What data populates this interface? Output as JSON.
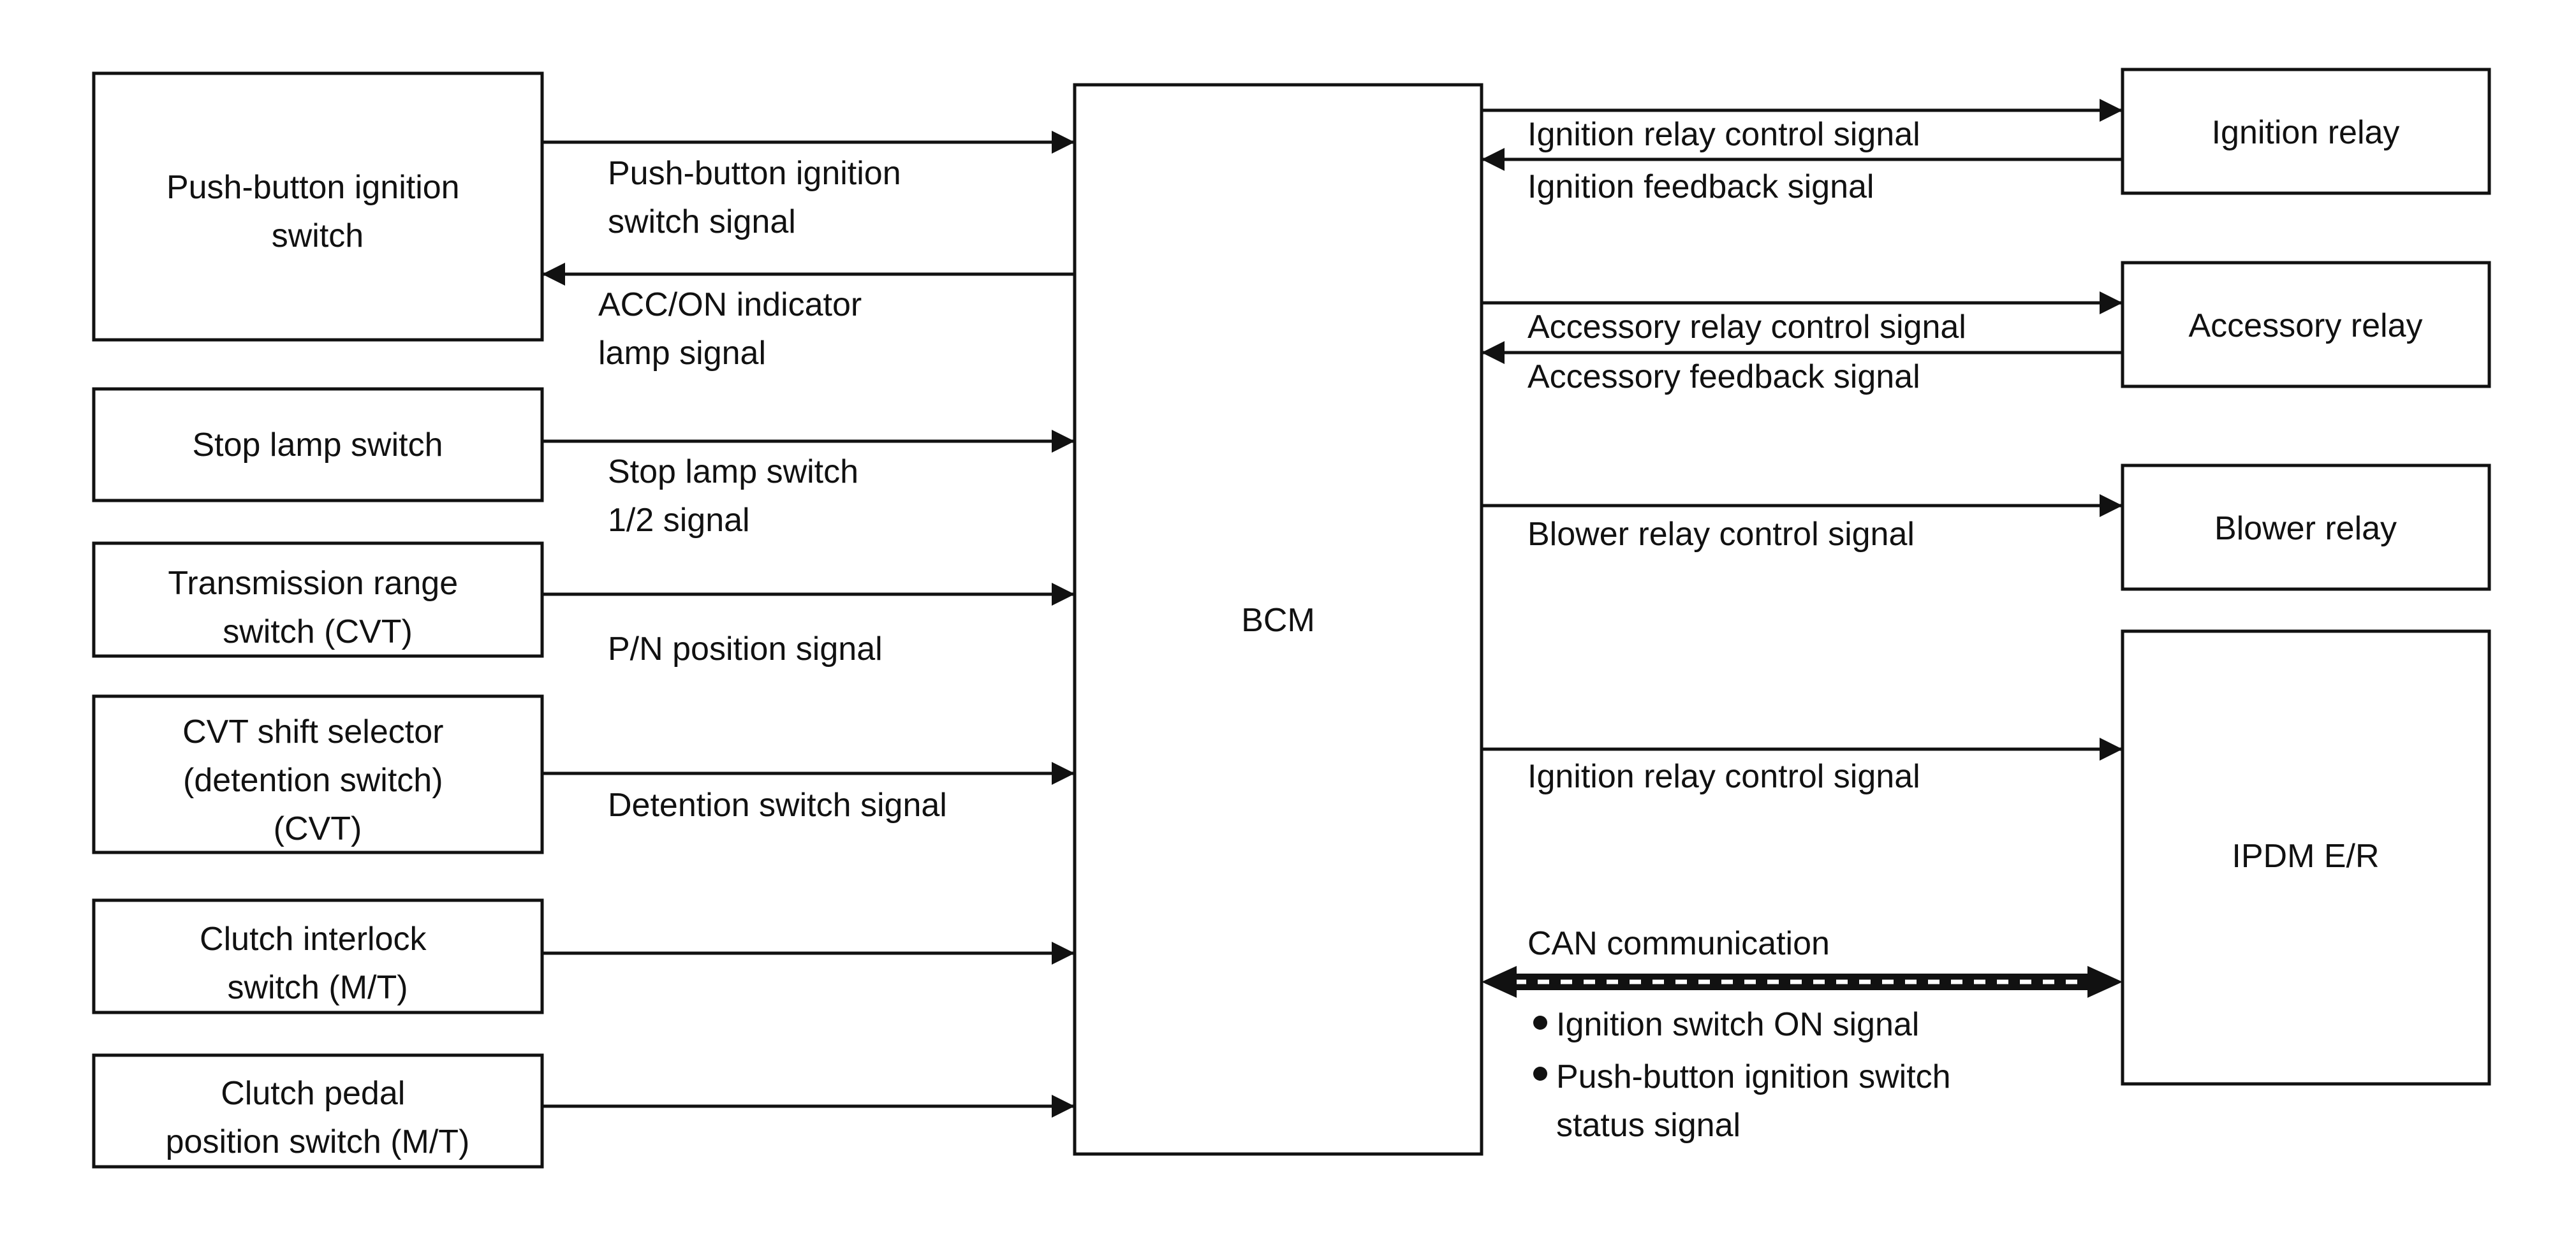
{
  "center_box": {
    "label": "BCM"
  },
  "left_boxes": [
    {
      "lines": [
        "Push-button ignition",
        "switch"
      ]
    },
    {
      "lines": [
        "Stop lamp switch"
      ]
    },
    {
      "lines": [
        "Transmission range",
        "switch (CVT)"
      ]
    },
    {
      "lines": [
        "CVT shift selector",
        "(detention switch)",
        "(CVT)"
      ]
    },
    {
      "lines": [
        "Clutch interlock",
        "switch (M/T)"
      ]
    },
    {
      "lines": [
        "Clutch pedal",
        "position switch (M/T)"
      ]
    }
  ],
  "left_signals": [
    {
      "lines": [
        "Push-button ignition",
        "switch signal"
      ]
    },
    {
      "lines": [
        "ACC/ON indicator",
        "lamp signal"
      ]
    },
    {
      "lines": [
        "Stop lamp switch",
        "1/2 signal"
      ]
    },
    {
      "lines": [
        "P/N position signal"
      ]
    },
    {
      "lines": [
        "Detention switch signal"
      ]
    }
  ],
  "right_boxes": [
    {
      "lines": [
        "Ignition relay"
      ]
    },
    {
      "lines": [
        "Accessory relay"
      ]
    },
    {
      "lines": [
        "Blower relay"
      ]
    },
    {
      "lines": [
        "IPDM E/R"
      ]
    }
  ],
  "right_signals": [
    {
      "lines": [
        "Ignition relay control signal"
      ]
    },
    {
      "lines": [
        "Ignition feedback signal"
      ]
    },
    {
      "lines": [
        "Accessory relay control signal"
      ]
    },
    {
      "lines": [
        "Accessory feedback signal"
      ]
    },
    {
      "lines": [
        "Blower relay control signal"
      ]
    },
    {
      "lines": [
        "Ignition relay control signal"
      ]
    },
    {
      "lines": [
        "CAN communication"
      ]
    }
  ],
  "can_items": [
    {
      "lines": [
        "Ignition switch ON signal"
      ]
    },
    {
      "lines": [
        "Push-button ignition switch",
        "status signal"
      ]
    }
  ]
}
